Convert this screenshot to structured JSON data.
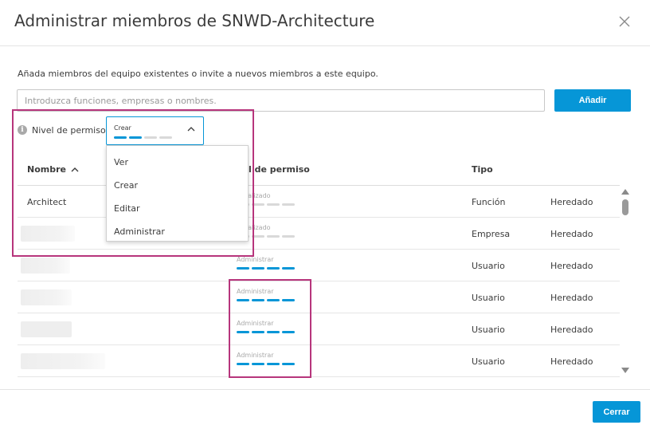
{
  "dialog": {
    "title": "Administrar miembros de SNWD-Architecture",
    "description": "Añada miembros del equipo existentes o invite a nuevos miembros a este equipo.",
    "search_placeholder": "Introduzca funciones, empresas o nombres.",
    "add_label": "Añadir",
    "close_button_label": "Cerrar"
  },
  "permission": {
    "label": "Nivel de permiso",
    "selected": "Crear",
    "selected_level": 2,
    "max_level": 4,
    "options": [
      "Ver",
      "Crear",
      "Editar",
      "Administrar"
    ]
  },
  "table": {
    "columns": {
      "name": "Nombre",
      "level": "l de permiso",
      "type": "Tipo"
    },
    "rows": [
      {
        "name": "Architect",
        "level_label": "sonalizado",
        "level": 0,
        "type": "Función",
        "status": "Heredado"
      },
      {
        "name": "",
        "level_label": "sonalizado",
        "level": 0,
        "type": "Empresa",
        "status": "Heredado"
      },
      {
        "name": "",
        "level_label": "Administrar",
        "level": 4,
        "type": "Usuario",
        "status": "Heredado"
      },
      {
        "name": "",
        "level_label": "Administrar",
        "level": 4,
        "type": "Usuario",
        "status": "Heredado"
      },
      {
        "name": "",
        "level_label": "Administrar",
        "level": 4,
        "type": "Usuario",
        "status": "Heredado"
      },
      {
        "name": "",
        "level_label": "Administrar",
        "level": 4,
        "type": "Usuario",
        "status": "Heredado"
      }
    ]
  },
  "colors": {
    "accent": "#0696d7",
    "highlight": "#b7357c",
    "bar_inactive": "#d9d9d9"
  }
}
